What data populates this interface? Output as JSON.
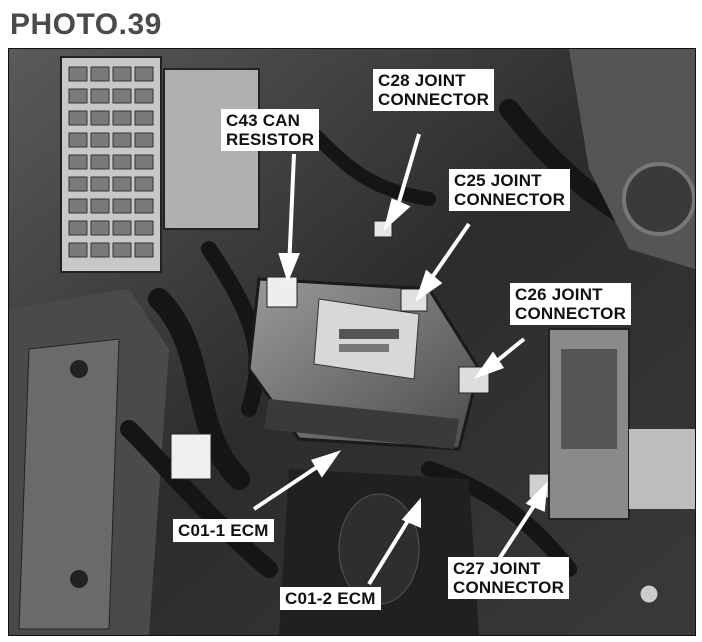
{
  "title": "PHOTO.39",
  "labels": {
    "c28": "C28 JOINT\nCONNECTOR",
    "c43": "C43 CAN\nRESISTOR",
    "c25": "C25 JOINT\nCONNECTOR",
    "c26": "C26 JOINT\nCONNECTOR",
    "c01_1": "C01-1 ECM",
    "c01_2": "C01-2 ECM",
    "c27": "C27 JOINT\nCONNECTOR"
  }
}
